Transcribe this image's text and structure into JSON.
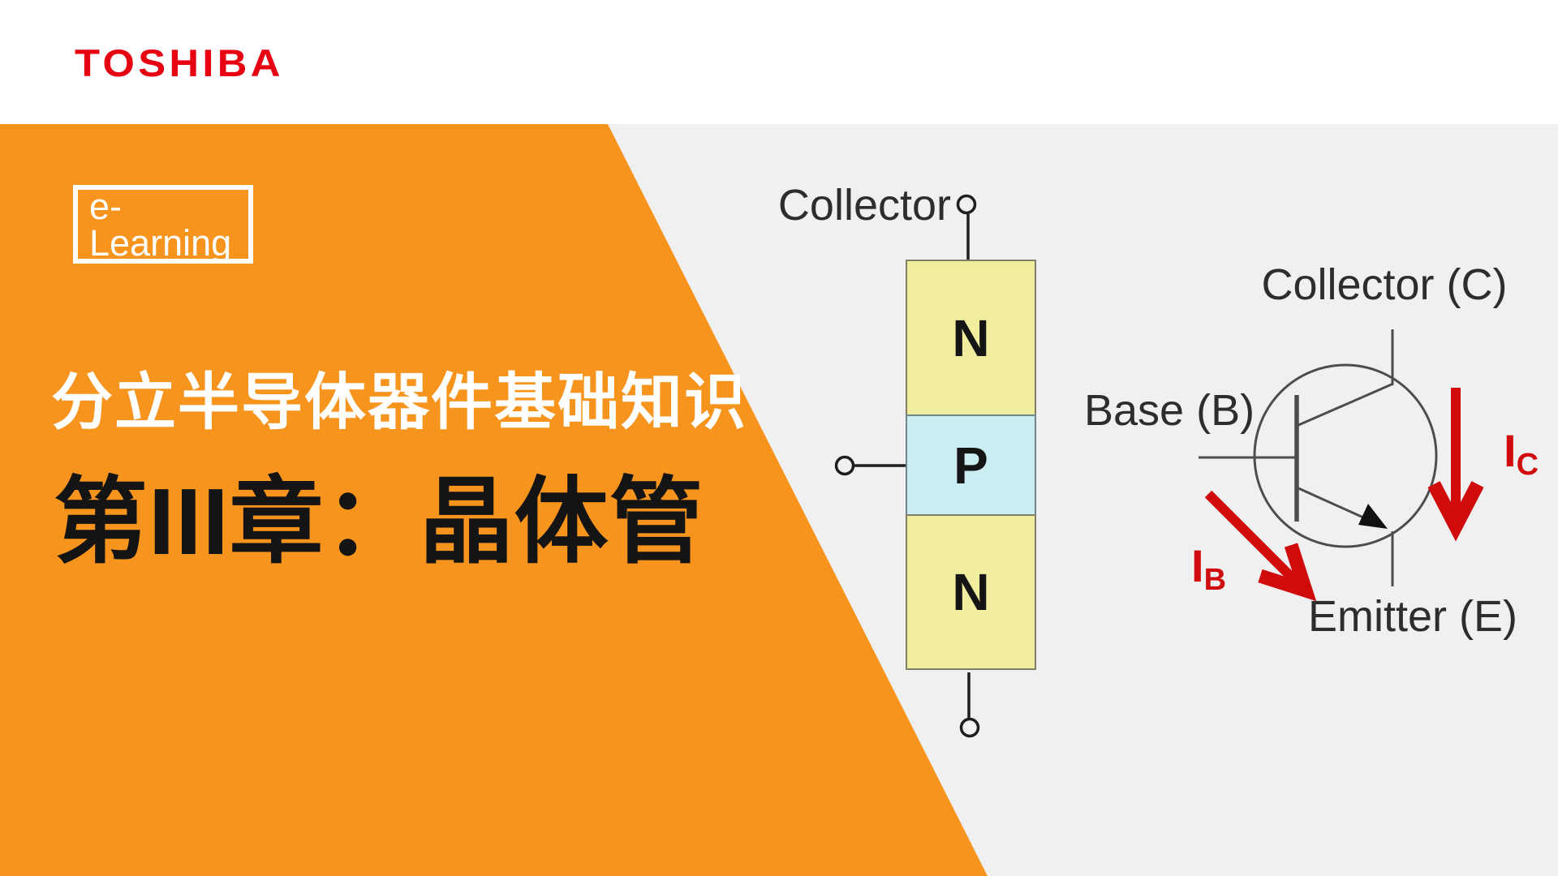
{
  "brand": {
    "logo_text": "TOSHIBA"
  },
  "hero": {
    "badge_label": "e-Learning",
    "subtitle": "分立半导体器件基础知识",
    "title": "第III章：晶体管"
  },
  "npn_block_diagram": {
    "collector_terminal_label": "Collector",
    "layers": [
      "N",
      "P",
      "N"
    ]
  },
  "transistor_symbol": {
    "collector_label": "Collector (C)",
    "base_label": "Base (B)",
    "emitter_label": "Emitter (E)",
    "base_current": {
      "main": "I",
      "sub": "B"
    },
    "collector_current": {
      "main": "I",
      "sub": "C"
    }
  },
  "colors": {
    "brand_red": "#e60012",
    "accent_orange": "#f7941e",
    "panel_gray": "#f0f0f0",
    "n_region_yellow": "#f0ed9f",
    "p_region_cyan": "#c9edf1",
    "current_arrow_red": "#cf0b0b",
    "title_black": "#141414",
    "subtitle_white": "#ffffff"
  }
}
